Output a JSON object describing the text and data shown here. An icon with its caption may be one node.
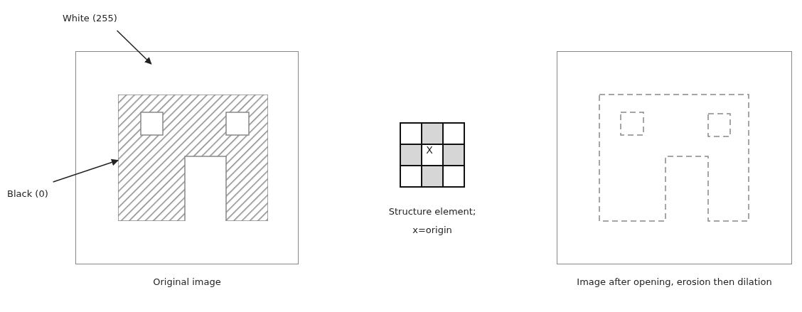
{
  "diagram": {
    "nodes": [
      {
        "text": [
          "White (255)"
        ]
      },
      {
        "text": [],
        "shape": "box",
        "beside": [
          "Original image"
        ]
      },
      {
        "text": [
          "Black (0)"
        ]
      },
      {
        "text": [],
        "shape": "picture",
        "in": 1
      }
    ],
    "edges": [
      {
        "from": 0,
        "to": 1,
        "arrow": "to"
      },
      {
        "from": 2,
        "to": 3,
        "arrow": "to"
      }
    ],
    "labels": [
      "X",
      "Structure element; x=origin",
      "Image after opening, erosion then dilation"
    ]
  }
}
